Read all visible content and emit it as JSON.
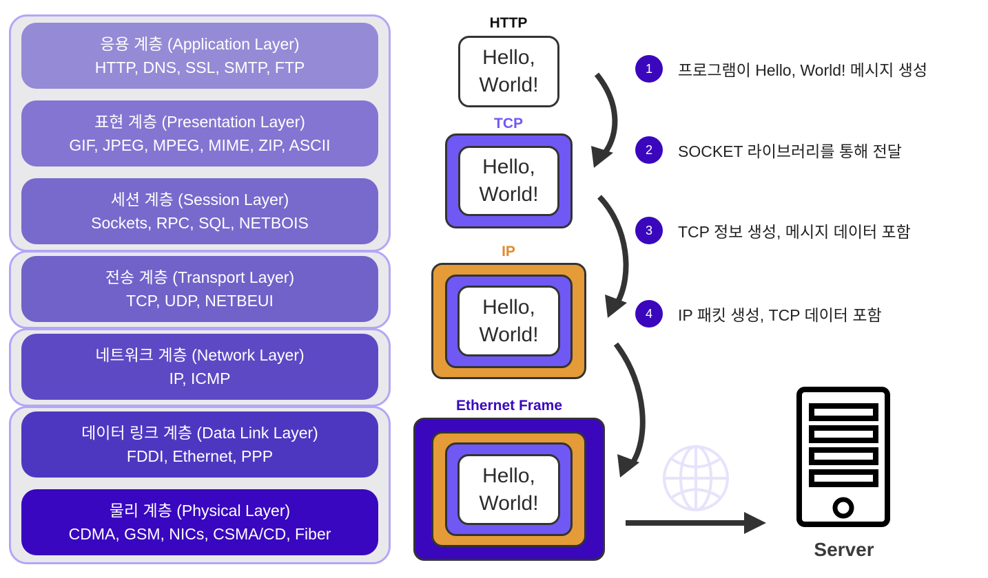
{
  "osi_layers": [
    {
      "title": "응용 계층 (Application Layer)",
      "protocols": "HTTP, DNS, SSL, SMTP, FTP"
    },
    {
      "title": "표현 계층 (Presentation Layer)",
      "protocols": "GIF, JPEG, MPEG, MIME, ZIP, ASCII"
    },
    {
      "title": "세션 계층 (Session Layer)",
      "protocols": "Sockets, RPC, SQL, NETBOIS"
    },
    {
      "title": "전송 계층 (Transport Layer)",
      "protocols": "TCP, UDP, NETBEUI"
    },
    {
      "title": "네트워크 계층 (Network Layer)",
      "protocols": "IP, ICMP"
    },
    {
      "title": "데이터 링크 계층 (Data Link Layer)",
      "protocols": "FDDI, Ethernet, PPP"
    },
    {
      "title": "물리 계층 (Physical Layer)",
      "protocols": "CDMA, GSM, NICs, CSMA/CD, Fiber"
    }
  ],
  "packets": {
    "message": "Hello,\nWorld!",
    "http_label": "HTTP",
    "tcp_label": "TCP",
    "ip_label": "IP",
    "ethernet_label": "Ethernet Frame"
  },
  "steps": [
    {
      "num": "1",
      "text": "프로그램이 Hello, World! 메시지 생성"
    },
    {
      "num": "2",
      "text": "SOCKET 라이브러리를 통해 전달"
    },
    {
      "num": "3",
      "text": "TCP 정보 생성, 메시지 데이터 포함"
    },
    {
      "num": "4",
      "text": "IP 패킷 생성, TCP 데이터 포함"
    }
  ],
  "server": {
    "label": "Server"
  },
  "colors": {
    "tcp": "#7058f4",
    "ip": "#e59b37",
    "ethernet": "#3a07bd",
    "step_badge": "#3a07bd",
    "globe": "#e6e3fb"
  }
}
